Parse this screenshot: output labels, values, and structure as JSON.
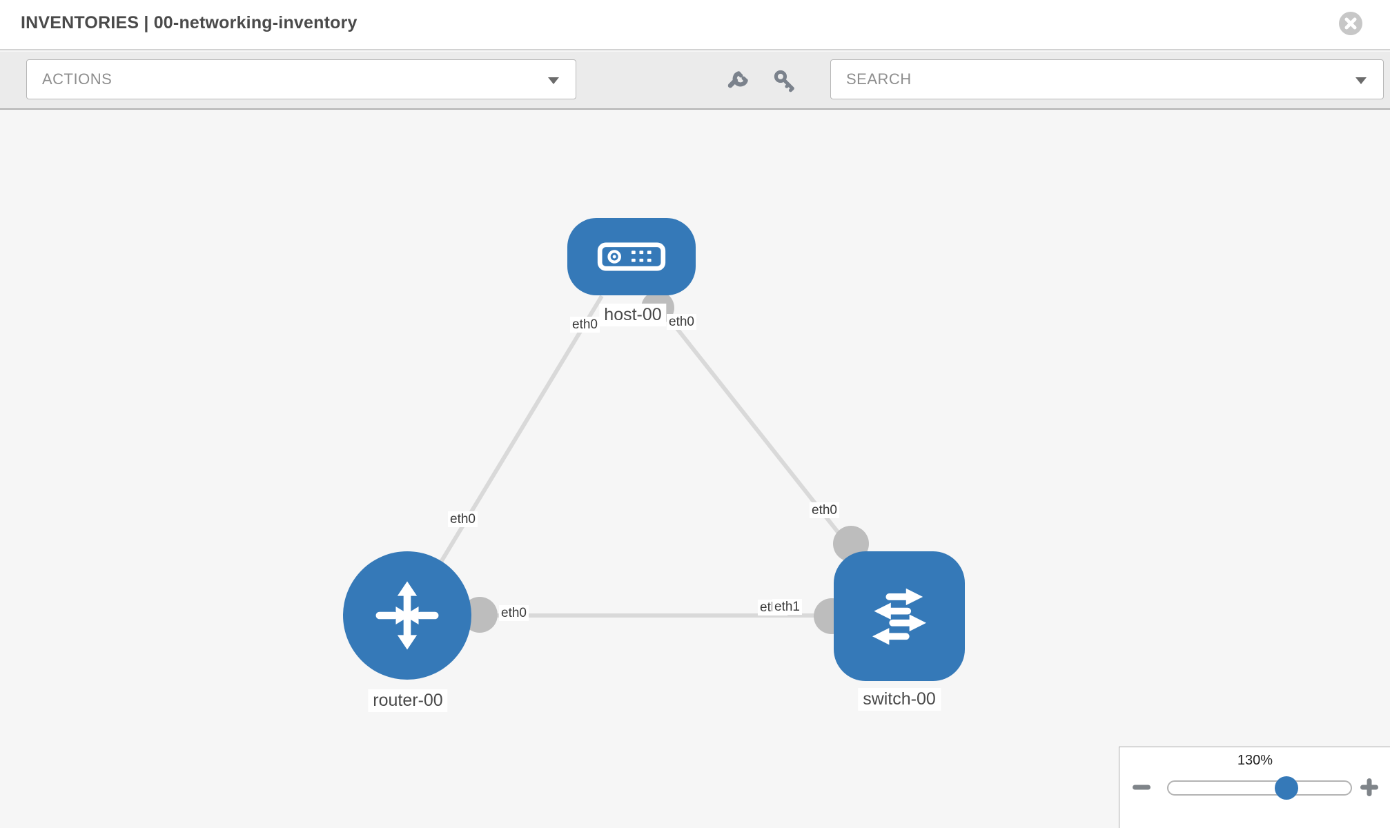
{
  "header": {
    "title": "INVENTORIES | 00-networking-inventory"
  },
  "toolbar": {
    "actions_label": "ACTIONS",
    "search_label": "SEARCH"
  },
  "canvas": {
    "nodes": [
      {
        "label": "host-00",
        "type": "host"
      },
      {
        "label": "router-00",
        "type": "router"
      },
      {
        "label": "switch-00",
        "type": "switch"
      }
    ],
    "links": [
      {
        "from": "host-00",
        "from_interface": "eth0",
        "to": "router-00",
        "to_interface": "eth0"
      },
      {
        "from": "host-00",
        "from_interface": "eth0",
        "to": "switch-00",
        "to_interface": "eth0"
      },
      {
        "from": "router-00",
        "from_interface": "eth0",
        "to": "switch-00",
        "to_interface": "eth1",
        "overlapping_label": "eth0"
      }
    ]
  },
  "zoom": {
    "level": "130%"
  },
  "icons": {
    "close": "close-icon",
    "wrench": "wrench-icon",
    "key": "key-icon",
    "caret": "chevron-down-icon",
    "minus": "minus-icon",
    "plus": "plus-icon"
  },
  "colors": {
    "node_blue": "#3579b8",
    "link_gray": "#d9d9d9",
    "port_gray": "#bdbdbd",
    "canvas_bg": "#f6f6f6",
    "toolbar_bg": "#ebebeb",
    "label_text": "#4a4a4a"
  }
}
